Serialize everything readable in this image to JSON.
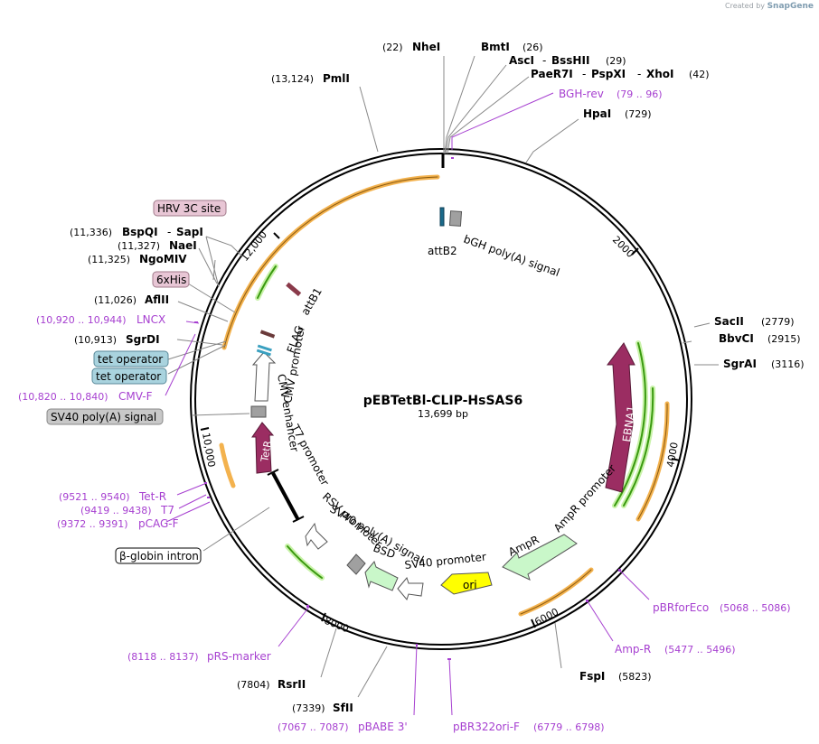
{
  "credit": {
    "prefix": "Created by",
    "brand": "SnapGene"
  },
  "plasmid": {
    "name": "pEBTetBl-CLIP-HsSAS6",
    "length": "13,699 bp"
  },
  "ticks": {
    "t2000": "2000",
    "t4000": "4000",
    "t6000": "6000",
    "t8000": "8000",
    "t10000": "10,000",
    "t12000": "12,000"
  },
  "enzymes": {
    "nhei": {
      "pos": "(22)",
      "name": "NheI"
    },
    "bmti": {
      "name": "BmtI",
      "pos": "(26)"
    },
    "asci": {
      "name": "AscI",
      "sep": "-",
      "name2": "BssHII",
      "pos": "(29)"
    },
    "paer7i": {
      "name": "PaeR7I",
      "sep": "-",
      "name2": "PspXI",
      "sep2": "-",
      "name3": "XhoI",
      "pos": "(42)"
    },
    "pmli": {
      "pos": "(13,124)",
      "name": "PmlI"
    },
    "hpai": {
      "name": "HpaI",
      "pos": "(729)"
    },
    "sacii": {
      "name": "SacII",
      "pos": "(2779)"
    },
    "bbvci": {
      "name": "BbvCI",
      "pos": "(2915)"
    },
    "sgrai": {
      "name": "SgrAI",
      "pos": "(3116)"
    },
    "bspqi": {
      "pos": "(11,336)",
      "name": "BspQI",
      "sep": "-",
      "name2": "SapI"
    },
    "naei": {
      "pos": "(11,327)",
      "name": "NaeI"
    },
    "ngomiv": {
      "pos": "(11,325)",
      "name": "NgoMIV"
    },
    "aflii": {
      "pos": "(11,026)",
      "name": "AflII"
    },
    "sgrdi": {
      "pos": "(10,913)",
      "name": "SgrDI"
    },
    "fspi": {
      "name": "FspI",
      "pos": "(5823)"
    },
    "rsrii": {
      "pos": "(7804)",
      "name": "RsrII"
    },
    "sfii": {
      "pos": "(7339)",
      "name": "SfII"
    }
  },
  "primers": {
    "bghrev": {
      "name": "BGH-rev",
      "pos": "(79 .. 96)"
    },
    "lncx": {
      "pos": "(10,920 .. 10,944)",
      "name": "LNCX"
    },
    "cmvf": {
      "pos": "(10,820 .. 10,840)",
      "name": "CMV-F"
    },
    "tetr": {
      "pos": "(9521 .. 9540)",
      "name": "Tet-R"
    },
    "t7": {
      "pos": "(9419 .. 9438)",
      "name": "T7"
    },
    "pcagf": {
      "pos": "(9372 .. 9391)",
      "name": "pCAG-F"
    },
    "prsmarker": {
      "pos": "(8118 .. 8137)",
      "name": "pRS-marker"
    },
    "pbabe3": {
      "pos": "(7067 .. 7087)",
      "name": "pBABE 3'"
    },
    "pbr322orif": {
      "name": "pBR322ori-F",
      "pos": "(6779 .. 6798)"
    },
    "pbrforeco": {
      "name": "pBRforEco",
      "pos": "(5068 .. 5086)"
    },
    "ampr": {
      "name": "Amp-R",
      "pos": "(5477 .. 5496)"
    }
  },
  "boxed": {
    "hrv3c": "HRV 3C site",
    "sixhis": "6xHis",
    "tetop1": "tet operator",
    "tetop2": "tet operator",
    "sv40pa": "SV40 poly(A) signal",
    "bglobin": "β-globin intron"
  },
  "features": {
    "attb2": "attB2",
    "bgh": "bGH poly(A) signal",
    "attb1": "attB1",
    "flag": "FLAG",
    "cmvpromoter": "CMV promoter",
    "cmvenhancer": "CMV enhancer",
    "t7promoter": "T7 promoter",
    "tetr": "TetR",
    "rsvpromoter": "RSV promoter",
    "sv40pa": "SV40 poly(A) signal",
    "bsd": "BSD",
    "sv40promoter": "SV40 promoter",
    "ori": "ori",
    "ampr": "AmpR",
    "amprpromoter": "AmpR promoter",
    "ebna1": "EBNA1"
  },
  "colors": {
    "primer": "#a63fd0",
    "orf_dark": "#9b2d62",
    "amp_green": "#c9f7c9",
    "ori_yellow": "#ffff00",
    "orange_arc": "#f3b24e",
    "green_arc": "#3a9a10",
    "tetop_blue": "#a9d3de",
    "pink_box": "#e8c6d5",
    "grey_box": "#c8c8c8"
  }
}
